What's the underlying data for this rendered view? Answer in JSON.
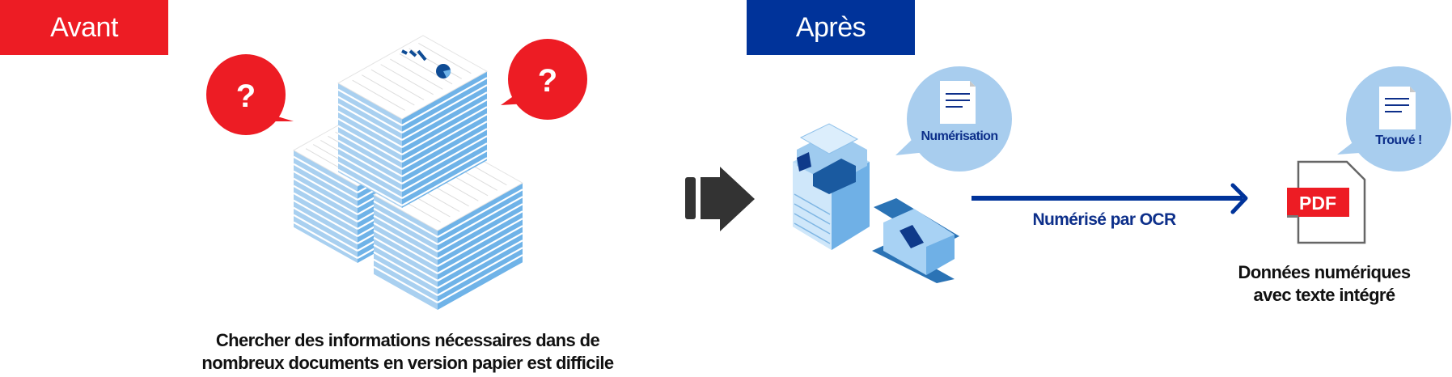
{
  "before": {
    "label": "Avant",
    "caption_line1": "Chercher des informations nécessaires dans de",
    "caption_line2": "nombreux documents en version papier est difficile",
    "bubble_left": "?",
    "bubble_right": "?"
  },
  "after": {
    "label": "Après",
    "scan_bubble": "Numérisation",
    "arrow_label": "Numérisé par OCR",
    "pdf_label": "PDF",
    "found_bubble": "Trouvé !",
    "caption_line1": "Données numériques",
    "caption_line2": "avec texte intégré"
  },
  "colors": {
    "before_red": "#ed1c24",
    "after_blue": "#00339a",
    "bubble_light_blue": "#a8cdee",
    "text_blue": "#0d2f8a",
    "arrow_dark": "#333333"
  }
}
